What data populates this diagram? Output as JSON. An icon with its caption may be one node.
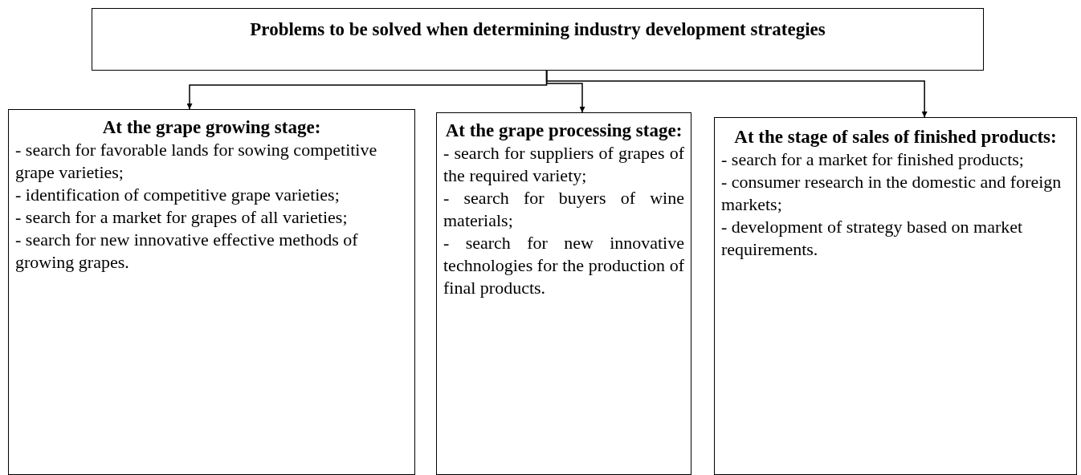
{
  "diagram": {
    "nodes": [
      {
        "text": [
          "Problems to be solved when determining industry development strategies"
        ]
      },
      {
        "text": [
          "At the grape growing stage:",
          "- search for favorable lands for sowing competitive grape varieties;",
          "- identification of competitive grape varieties;",
          "- search for a market for grapes of all varieties;",
          "- search for new innovative effective methods of growing grapes."
        ]
      },
      {
        "text": [
          "At the grape processing stage:",
          "- search for suppliers of grapes of the required variety;",
          "- search for buyers of wine materials;",
          "- search for new innovative technologies for the production of final products."
        ]
      },
      {
        "text": [
          "At the stage of sales of finished products:",
          "- search for a market for finished products;",
          "- consumer research in the domestic and foreign markets;",
          "- development of strategy based on market requirements."
        ]
      }
    ],
    "edges": [
      {
        "from": 0,
        "to": 1,
        "arrow": "to"
      },
      {
        "from": 0,
        "to": 2,
        "arrow": "to"
      },
      {
        "from": 0,
        "to": 3,
        "arrow": "to"
      }
    ]
  }
}
